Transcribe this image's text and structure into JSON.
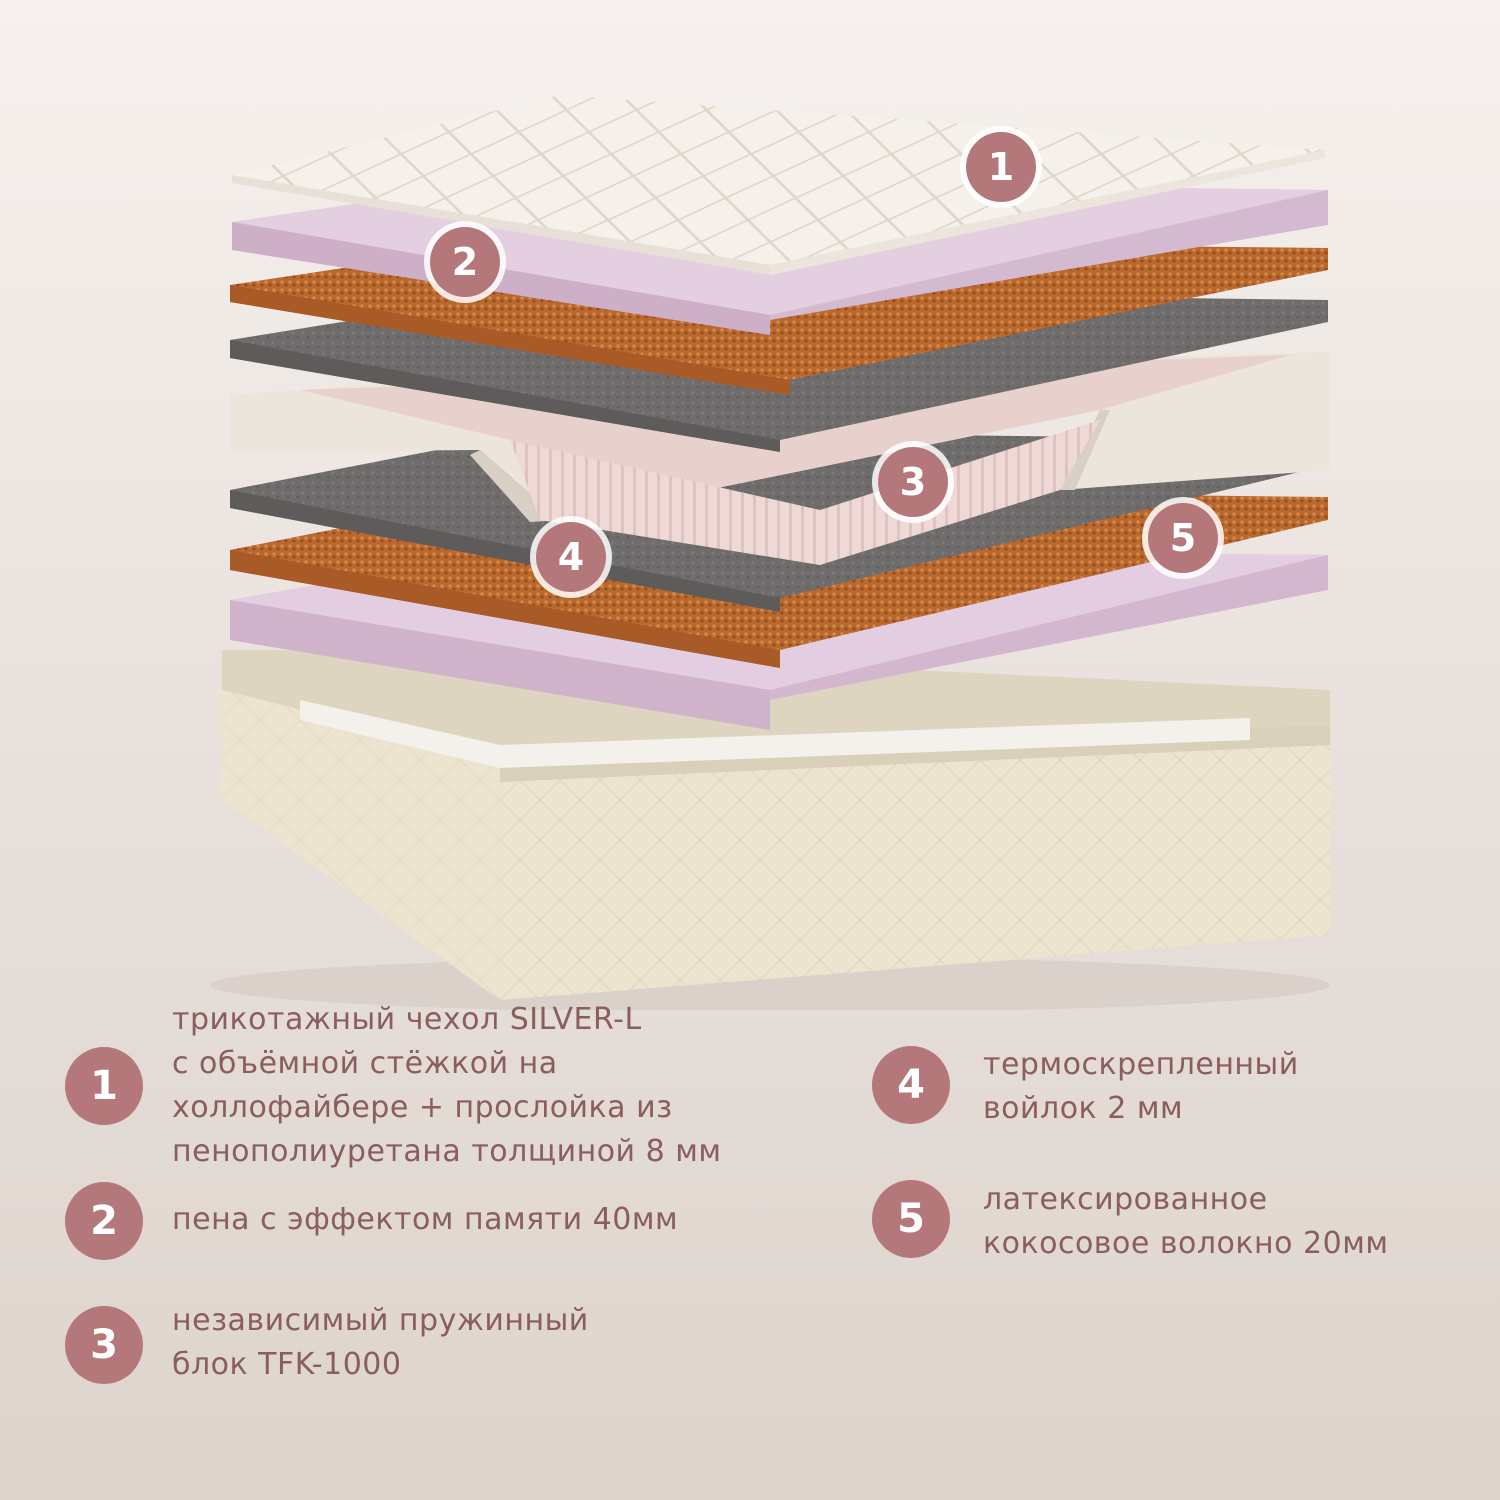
{
  "colors": {
    "accent": "#b5787a",
    "text": "#8a5d5e",
    "cover": "#f4f0e8",
    "memory_foam": "#dcc6d9",
    "coconut": "#b9682e",
    "felt": "#6e6b6b",
    "springs": "#efd9d6",
    "base": "#ece4cf"
  },
  "markers": [
    "1",
    "2",
    "3",
    "4",
    "5"
  ],
  "legend": [
    {
      "num": "1",
      "lines": [
        "трикотажный чехол SILVER-L",
        "с объёмной стёжкой на",
        "холлофайбере + прослойка из",
        "пенополиуретана толщиной 8 мм"
      ]
    },
    {
      "num": "2",
      "lines": [
        "пена с эффектом памяти 40мм"
      ]
    },
    {
      "num": "3",
      "lines": [
        "независимый пружинный",
        "блок TFK-1000"
      ]
    },
    {
      "num": "4",
      "lines": [
        "термоскрепленный",
        "войлок 2 мм"
      ]
    },
    {
      "num": "5",
      "lines": [
        "латексированное",
        "кокосовое волокно 20мм"
      ]
    }
  ]
}
